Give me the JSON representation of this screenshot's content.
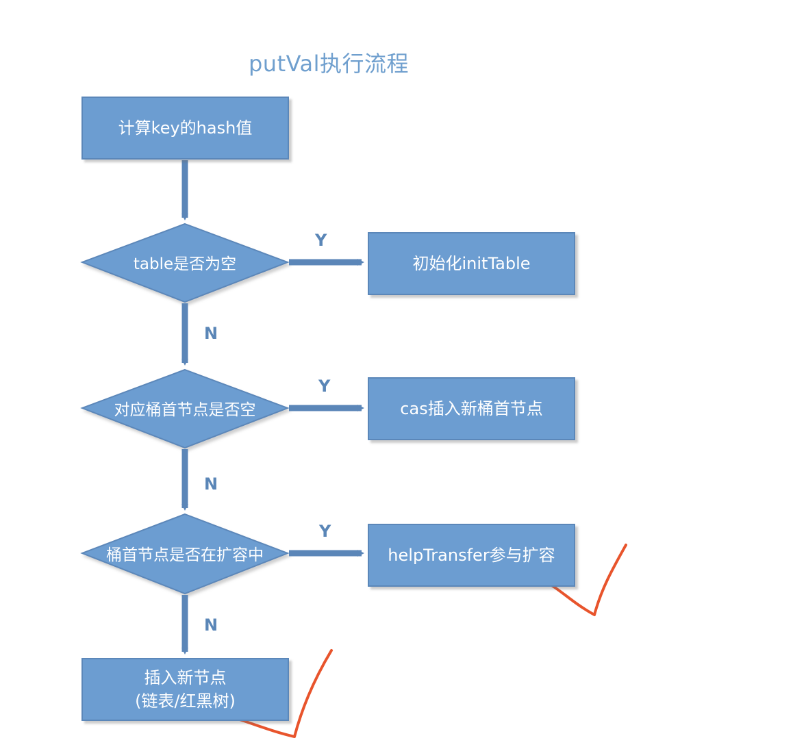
{
  "title": "putVal执行流程",
  "nodes": {
    "start": "计算key的hash值",
    "check_table": "table是否为空",
    "init_table": "初始化initTable",
    "check_bucket": "对应桶首节点是否空",
    "cas_insert": "cas插入新桶首节点",
    "check_resize": "桶首节点是否在扩容中",
    "help_transfer": "helpTransfer参与扩容",
    "insert_node": "插入新节点\n(链表/红黑树)"
  },
  "labels": {
    "yes": "Y",
    "no": "N"
  },
  "colors": {
    "node_fill": "#6c9dd1",
    "node_border": "#5b87b9",
    "arrow": "#5b86b8",
    "title": "#6f9fce",
    "checkmark": "#e8542c"
  },
  "annotations": [
    "handwritten-checkmark",
    "handwritten-checkmark"
  ]
}
